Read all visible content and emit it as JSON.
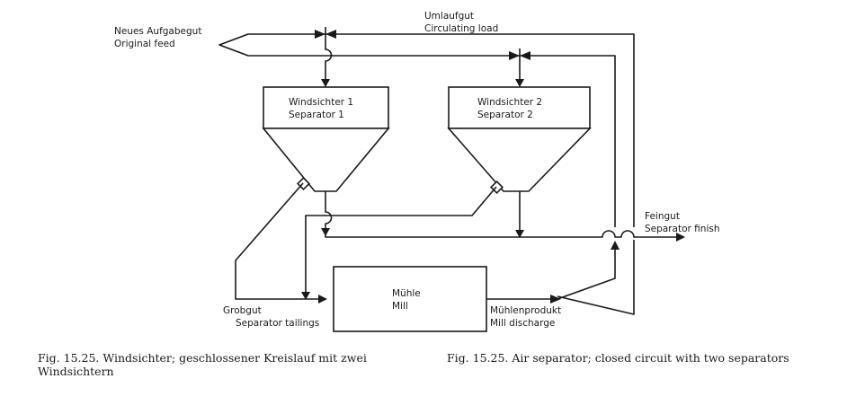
{
  "labels": {
    "feed_de": "Neues Aufgabegut",
    "feed_en": "Original feed",
    "circ_de": "Umlaufgut",
    "circ_en": "Circulating load",
    "sep1_de": "Windsichter 1",
    "sep1_en": "Separator 1",
    "sep2_de": "Windsichter 2",
    "sep2_en": "Separator 2",
    "fine_de": "Feingut",
    "fine_en": "Separator finish",
    "coarse_de": "Grobgut",
    "coarse_en": "Separator tailings",
    "mill_de": "Mühle",
    "mill_en": "Mill",
    "millprod_de": "Mühlenprodukt",
    "millprod_en": "Mill discharge"
  },
  "captions": {
    "german": "Fig. 15.25.   Windsichter; geschlossener Kreislauf mit zwei Windsichtern",
    "english": "Fig. 15.25.   Air separator; closed circuit with two separators"
  }
}
